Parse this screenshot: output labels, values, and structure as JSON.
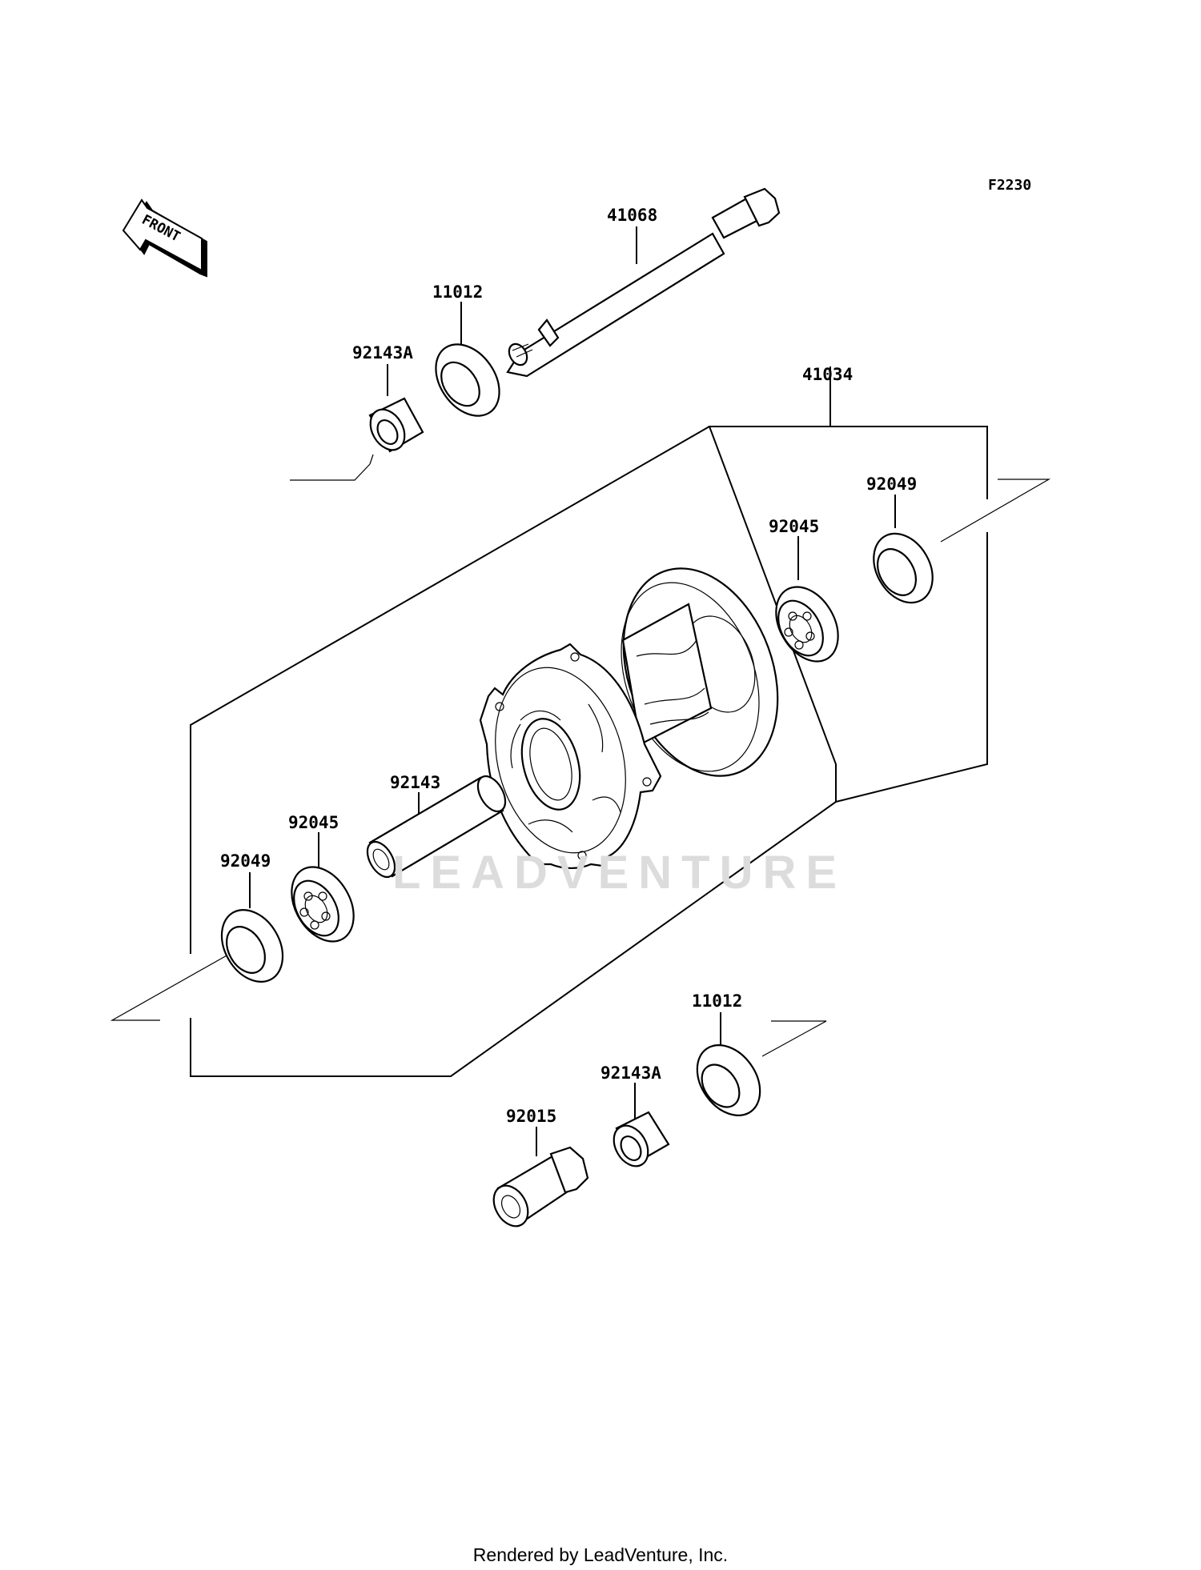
{
  "figure_code": "F2230",
  "front_label": "FRONT",
  "watermark": "LEADVENTURE",
  "footer": "Rendered by LeadVenture, Inc.",
  "callouts": {
    "axle": "41068",
    "collar_top": "11012",
    "spacer_top": "92143A",
    "hub_assembly": "41034",
    "seal_right": "92049",
    "bearing_right": "92045",
    "distance_collar": "92143",
    "bearing_left": "92045",
    "seal_left": "92049",
    "collar_bottom": "11012",
    "spacer_bottom": "92143A",
    "axle_nut": "92015"
  }
}
